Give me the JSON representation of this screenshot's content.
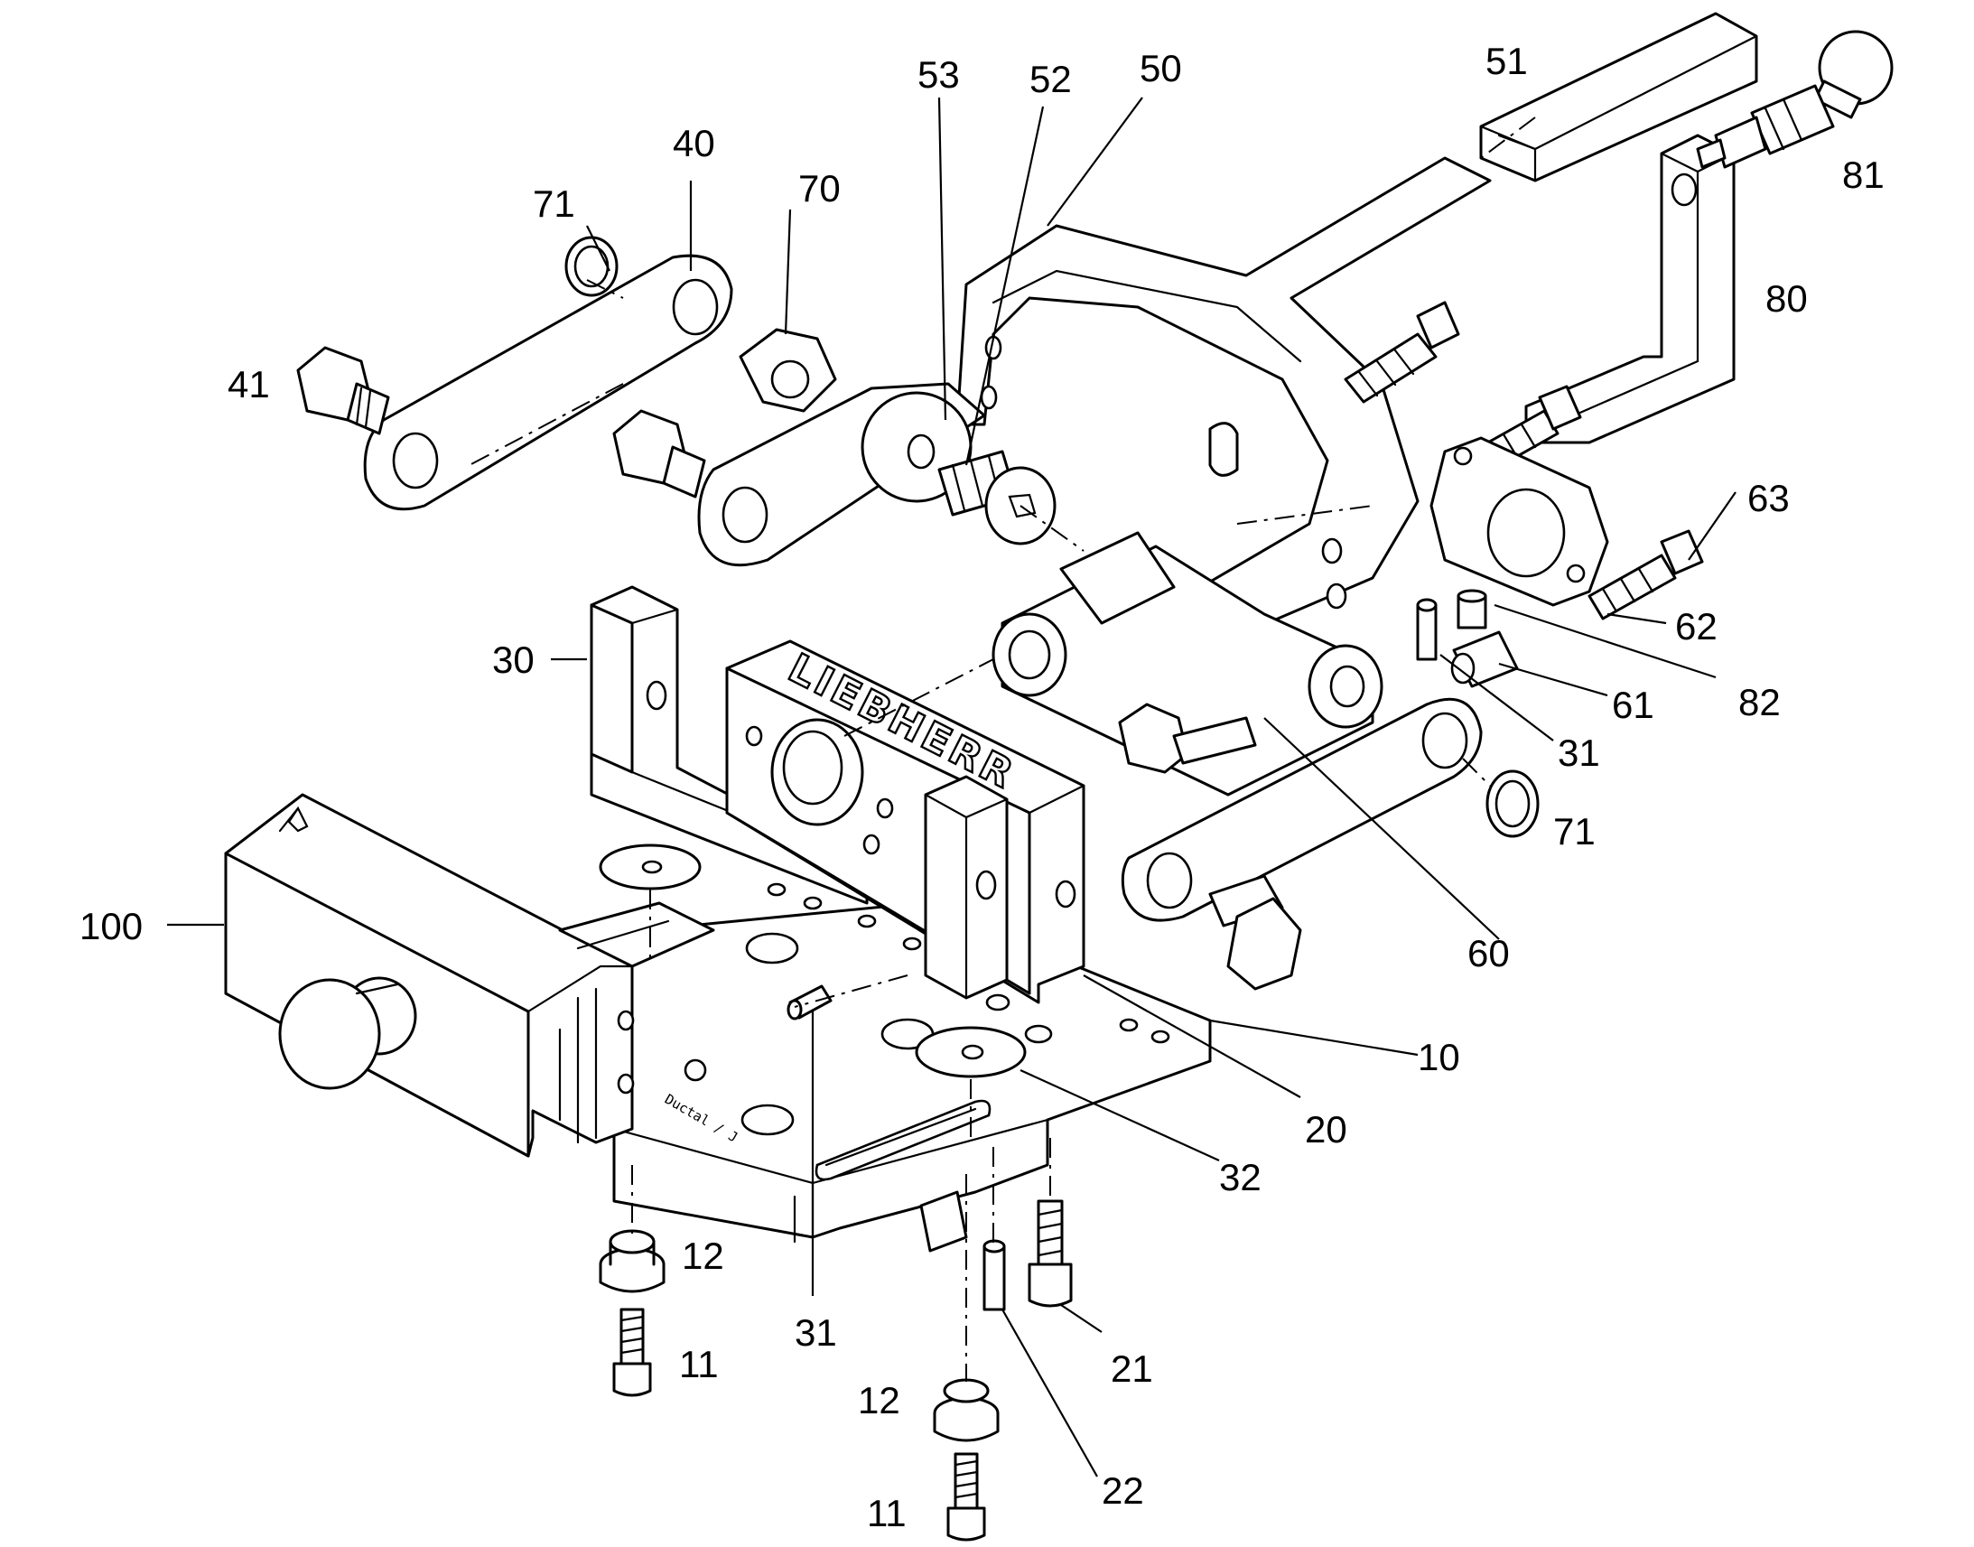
{
  "brand_marking": "LIEBHERR",
  "callouts": [
    {
      "id": "c-53",
      "text": "53"
    },
    {
      "id": "c-52",
      "text": "52"
    },
    {
      "id": "c-50",
      "text": "50"
    },
    {
      "id": "c-51",
      "text": "51"
    },
    {
      "id": "c-81",
      "text": "81"
    },
    {
      "id": "c-40",
      "text": "40"
    },
    {
      "id": "c-70",
      "text": "70"
    },
    {
      "id": "c-71a",
      "text": "71"
    },
    {
      "id": "c-41",
      "text": "41"
    },
    {
      "id": "c-80",
      "text": "80"
    },
    {
      "id": "c-63",
      "text": "63"
    },
    {
      "id": "c-62",
      "text": "62"
    },
    {
      "id": "c-82",
      "text": "82"
    },
    {
      "id": "c-61",
      "text": "61"
    },
    {
      "id": "c-31a",
      "text": "31"
    },
    {
      "id": "c-71b",
      "text": "71"
    },
    {
      "id": "c-30",
      "text": "30"
    },
    {
      "id": "c-100",
      "text": "100"
    },
    {
      "id": "c-60",
      "text": "60"
    },
    {
      "id": "c-10",
      "text": "10"
    },
    {
      "id": "c-20",
      "text": "20"
    },
    {
      "id": "c-32",
      "text": "32"
    },
    {
      "id": "c-12a",
      "text": "12"
    },
    {
      "id": "c-11a",
      "text": "11"
    },
    {
      "id": "c-31b",
      "text": "31"
    },
    {
      "id": "c-21",
      "text": "21"
    },
    {
      "id": "c-12b",
      "text": "12"
    },
    {
      "id": "c-22",
      "text": "22"
    },
    {
      "id": "c-11b",
      "text": "11"
    }
  ]
}
